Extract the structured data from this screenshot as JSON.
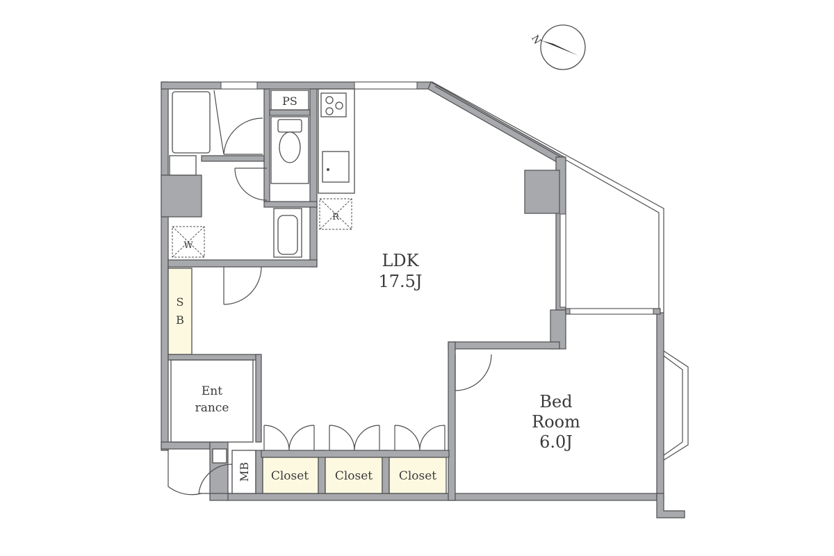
{
  "rooms": {
    "ldk": {
      "name": "LDK",
      "size": "17.5J"
    },
    "bedroom": {
      "name_line1": "Bed",
      "name_line2": "Room",
      "size": "6.0J"
    },
    "entrance": {
      "line1": "Ent",
      "line2": "rance"
    },
    "ps": "PS",
    "sb": "SB",
    "mb": "MB",
    "closets": [
      "Closet",
      "Closet",
      "Closet"
    ]
  },
  "appliances": {
    "washer": "W",
    "refrigerator": "R"
  },
  "compass": {
    "label": "N"
  },
  "colors": {
    "wall": "#a7a9ac",
    "line": "#4d4d4f",
    "storage": "#fdf9e1",
    "background": "#ffffff"
  }
}
